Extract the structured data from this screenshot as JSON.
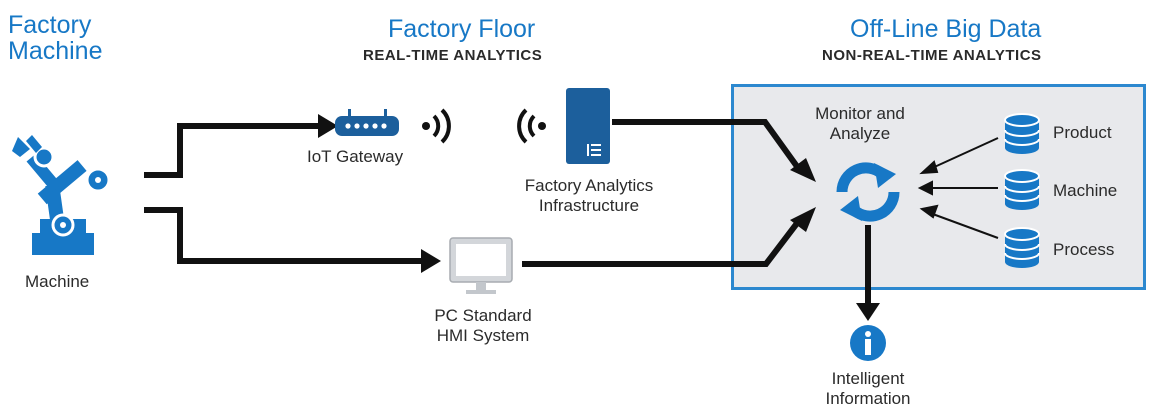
{
  "colors": {
    "brand_blue": "#1778c6",
    "panel_fill": "#e8e9ec",
    "panel_border": "#2c88cf",
    "arrow": "#111111",
    "monitor_gray": "#cfd2d6"
  },
  "sections": {
    "factory_machine": {
      "title_line1": "Factory",
      "title_line2": "Machine"
    },
    "factory_floor": {
      "title": "Factory Floor",
      "subtitle": "REAL-TIME ANALYTICS"
    },
    "offline": {
      "title": "Off-Line Big Data",
      "subtitle": "NON-REAL-TIME ANALYTICS"
    }
  },
  "nodes": {
    "machine": {
      "label": "Machine",
      "icon": "robot-arm-icon"
    },
    "iot_gateway": {
      "label": "IoT Gateway",
      "icon": "router-icon"
    },
    "factory_analytics": {
      "label_line1": "Factory Analytics",
      "label_line2": "Infrastructure",
      "icon": "server-tower-icon"
    },
    "pc_hmi": {
      "label_line1": "PC Standard",
      "label_line2": "HMI System",
      "icon": "monitor-icon"
    },
    "monitor_analyze": {
      "label_line1": "Monitor and",
      "label_line2": "Analyze",
      "icon": "refresh-cycle-icon"
    },
    "intelligent_info": {
      "label_line1": "Intelligent",
      "label_line2": "Information",
      "icon": "info-icon"
    }
  },
  "databases": [
    {
      "label": "Product",
      "icon": "database-icon"
    },
    {
      "label": "Machine",
      "icon": "database-icon"
    },
    {
      "label": "Process",
      "icon": "database-icon"
    }
  ]
}
